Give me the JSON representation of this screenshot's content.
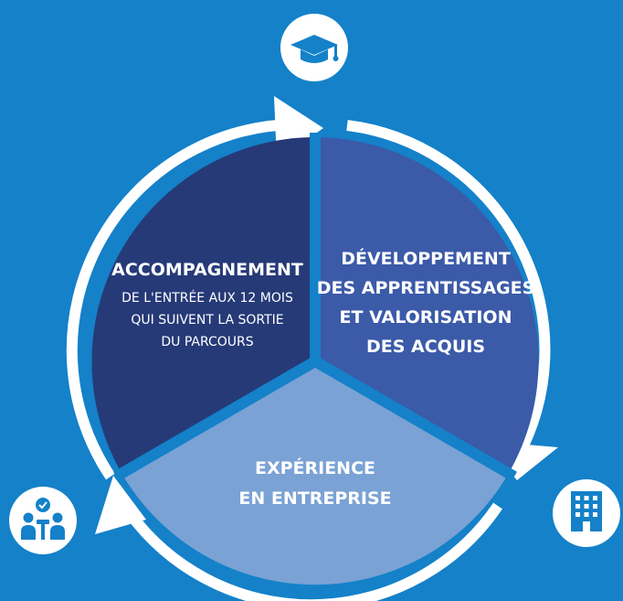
{
  "colors": {
    "background": "#1481c9",
    "segment_left": "#263a78",
    "segment_right": "#3b5aa8",
    "segment_bottom": "#7aa2d4",
    "ring": "#ffffff",
    "icon_circle": "#ffffff",
    "icon_glyph": "#1481c9"
  },
  "segments": {
    "left": {
      "title": "ACCOMPAGNEMENT",
      "lines": [
        "DE L'ENTRÉE AUX 12 MOIS",
        "QUI SUIVENT LA SORTIE",
        "DU PARCOURS"
      ]
    },
    "right": {
      "lines": [
        "DÉVELOPPEMENT",
        "DES APPRENTISSAGES",
        "ET VALORISATION",
        "DES ACQUIS"
      ]
    },
    "bottom": {
      "lines": [
        "EXPÉRIENCE",
        "EN ENTREPRISE"
      ]
    }
  },
  "icons": {
    "top": "graduation-cap-icon",
    "bottom_right": "office-building-icon",
    "bottom_left": "team-people-icon"
  }
}
